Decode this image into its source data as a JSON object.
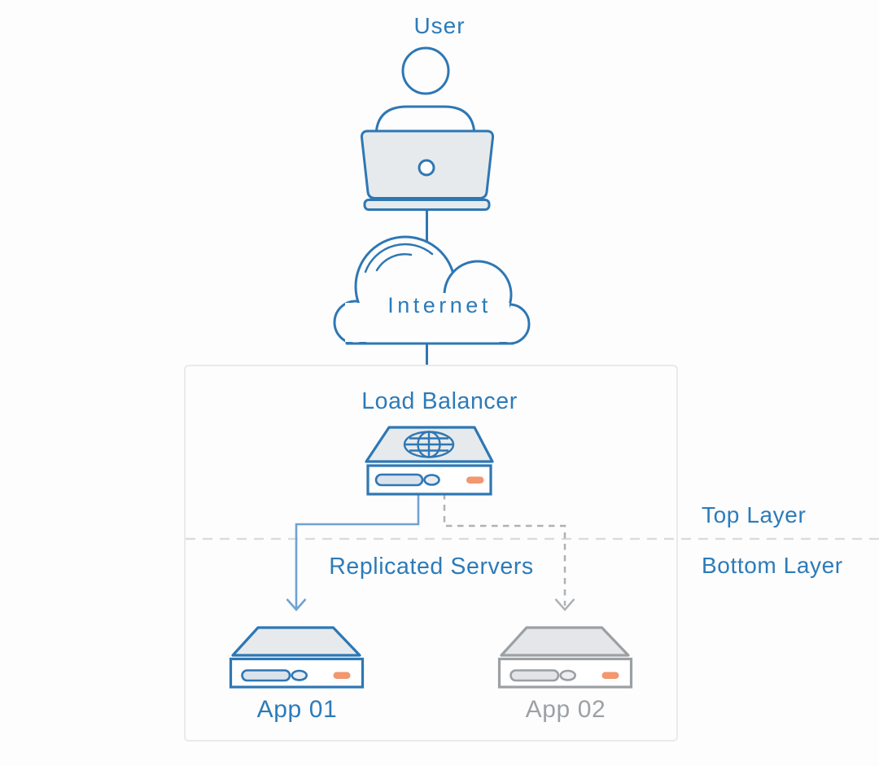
{
  "diagram": {
    "type": "load-balancer-architecture",
    "nodes": [
      {
        "id": "user",
        "label": "User",
        "icon": "person-at-laptop-icon",
        "state": "active"
      },
      {
        "id": "internet",
        "label": "Internet",
        "icon": "cloud-icon",
        "state": "active"
      },
      {
        "id": "load_balancer",
        "label": "Load Balancer",
        "icon": "server-globe-icon",
        "state": "active"
      },
      {
        "id": "app_01",
        "label": "App 01",
        "icon": "server-icon",
        "state": "active"
      },
      {
        "id": "app_02",
        "label": "App 02",
        "icon": "server-icon",
        "state": "standby"
      }
    ],
    "edges": [
      {
        "from": "user",
        "to": "internet",
        "style": "solid-line"
      },
      {
        "from": "internet",
        "to": "load_balancer",
        "style": "solid-line"
      },
      {
        "from": "load_balancer",
        "to": "app_01",
        "style": "solid-arrow"
      },
      {
        "from": "load_balancer",
        "to": "app_02",
        "style": "dashed-arrow"
      }
    ],
    "annotations": {
      "top_layer": "Top Layer",
      "bottom_layer": "Bottom Layer",
      "replicated_servers": "Replicated Servers"
    }
  },
  "colors": {
    "label_blue": "#2C7BB9",
    "stroke_blue": "#2E77B4",
    "icon_fill_gray": "#E7EAEC",
    "slot_fill": "#DAE3EB",
    "led_orange": "#F2976E",
    "inactive_gray": "#9BA0A4",
    "connector_blue": "#6FA3D2",
    "connector_gray": "#AEB2B5",
    "divider_dash_gray": "#D8DADB",
    "box_border": "#E9EAEB"
  }
}
